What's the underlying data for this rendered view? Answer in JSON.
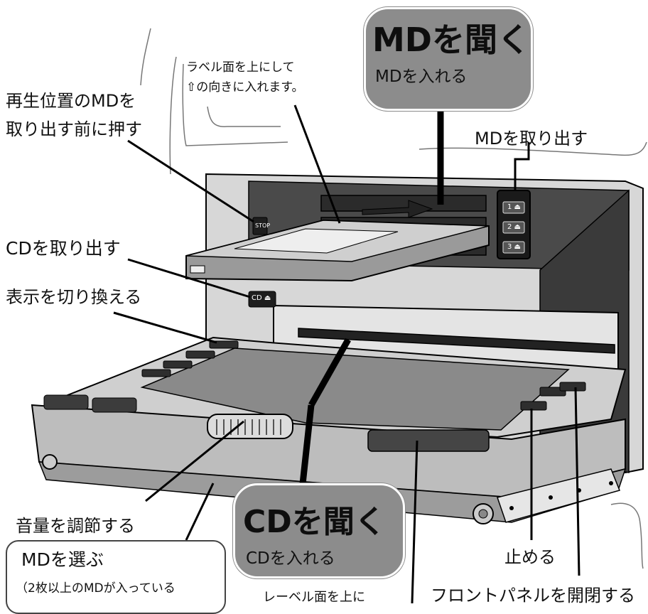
{
  "md_heading": {
    "title": "MDを聞く",
    "subtitle": "MDを入れる"
  },
  "cd_heading": {
    "title": "CDを聞く",
    "subtitle": "CDを入れる"
  },
  "labels": {
    "md_orientation_line1": "ラベル面を上にして",
    "md_orientation_line2": "⇧の向きに入れます。",
    "stop_line1": "再生位置のMDを",
    "stop_line2": "取り出す前に押す",
    "md_eject": "MDを取り出す",
    "cd_eject": "CDを取り出す",
    "display_switch": "表示を切り換える",
    "volume": "音量を調節する",
    "stop": "止める",
    "front_panel": "フロントパネルを開閉する",
    "cd_orientation_partial": "レーベル面を上に"
  },
  "md_select": {
    "title": "MDを選ぶ",
    "note": "（2枚以上のMDが入っている"
  },
  "device_buttons": {
    "stop": "STOP",
    "cd_eject": "CD ⏏",
    "md_slots": [
      "1 ⏏",
      "2 ⏏",
      "3 ⏏"
    ]
  },
  "colors": {
    "heading_fill": "#8c8c8c",
    "line": "#000000",
    "unit_dark": "#3a3a3a"
  }
}
